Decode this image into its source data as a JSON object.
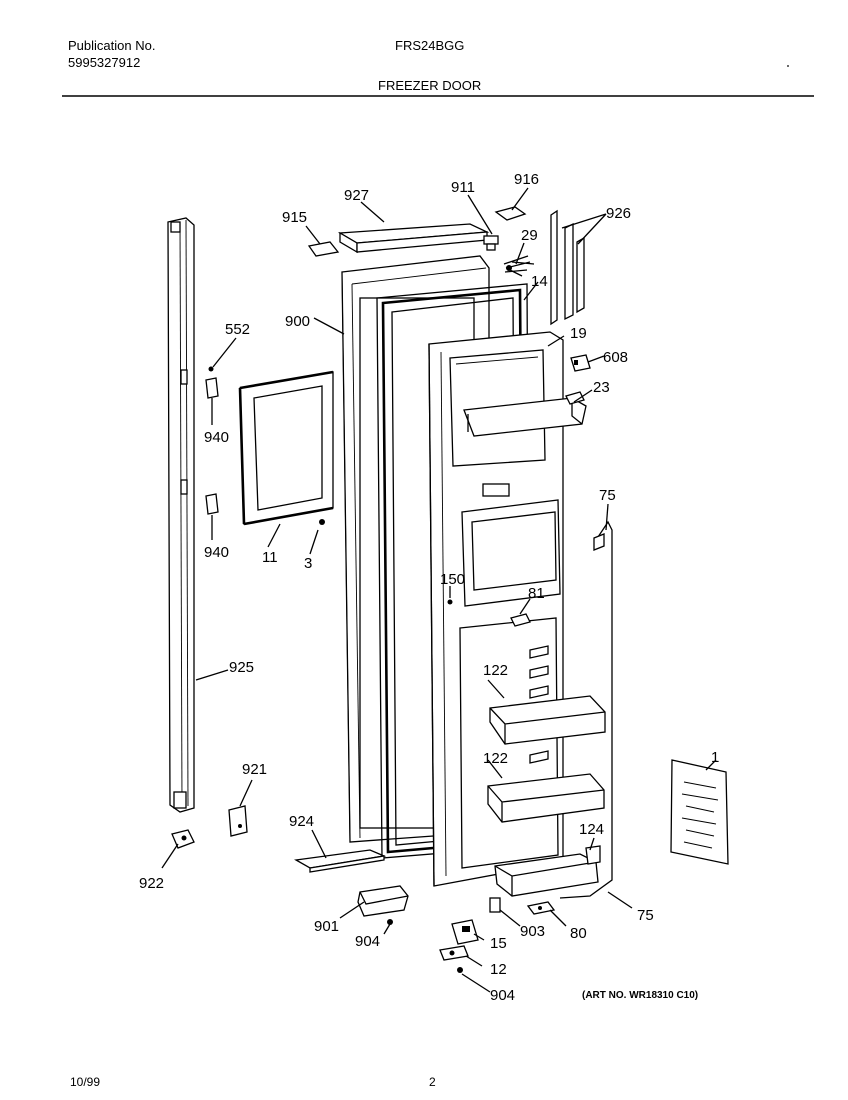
{
  "header": {
    "publication_label": "Publication No.",
    "publication_number": "5995327912",
    "model": "FRS24BGG",
    "section": "FREEZER DOOR"
  },
  "footer": {
    "date": "10/99",
    "page": "2"
  },
  "art_no": "(ART NO. WR18310 C10)",
  "callouts": {
    "c927": "927",
    "c911": "911",
    "c916": "916",
    "c915": "915",
    "c926": "926",
    "c29": "29",
    "c14": "14",
    "c900": "900",
    "c552": "552",
    "c19": "19",
    "c608": "608",
    "c23": "23",
    "c940a": "940",
    "c940b": "940",
    "c11": "11",
    "c3": "3",
    "c75a": "75",
    "c150": "150",
    "c81": "81",
    "c925": "925",
    "c122a": "122",
    "c122b": "122",
    "c1": "1",
    "c921": "921",
    "c924": "924",
    "c124": "124",
    "c922": "922",
    "c901": "901",
    "c904a": "904",
    "c903": "903",
    "c80": "80",
    "c75b": "75",
    "c15": "15",
    "c12": "12",
    "c904b": "904"
  }
}
